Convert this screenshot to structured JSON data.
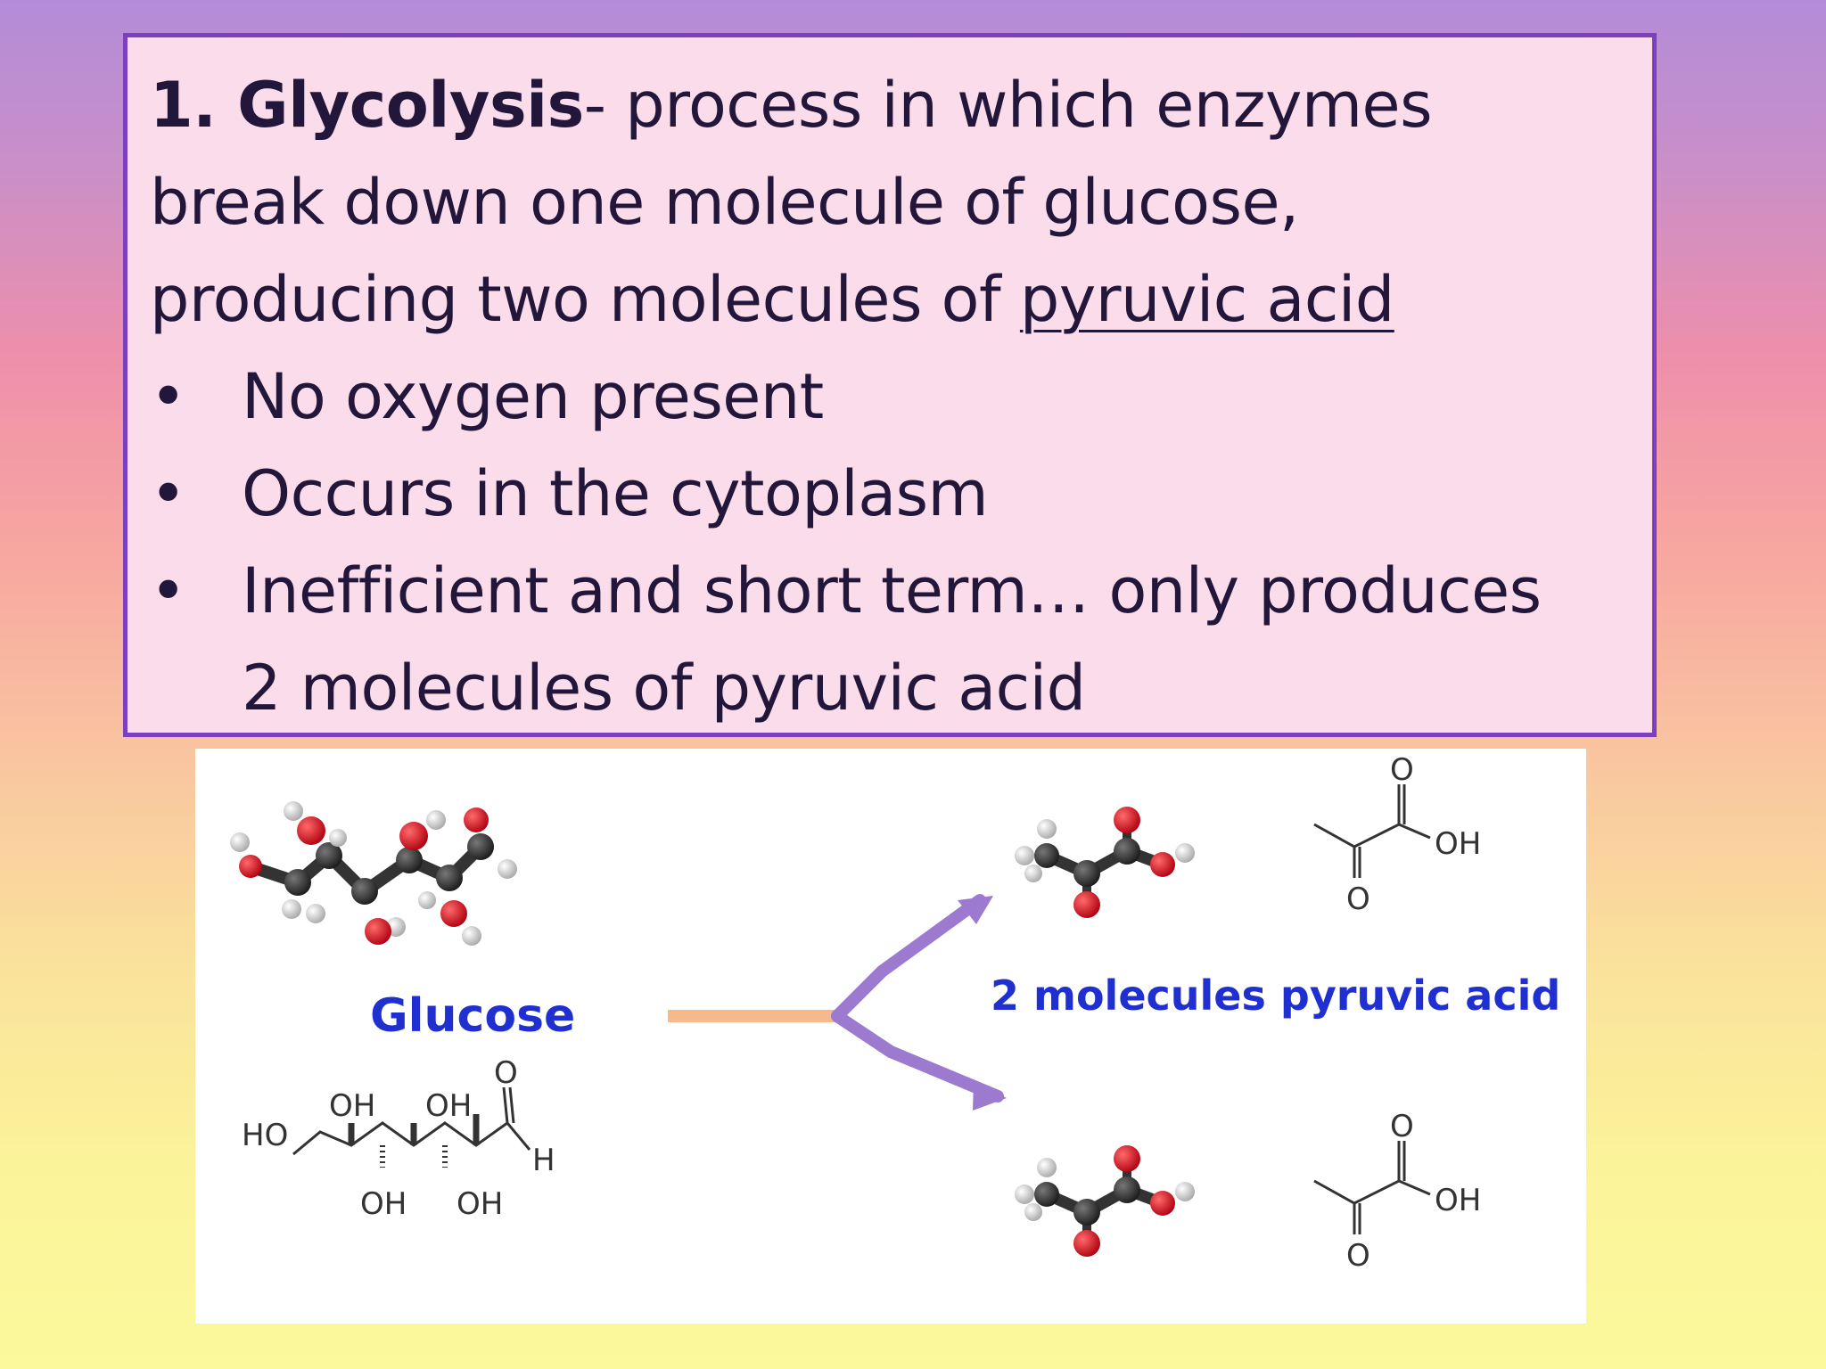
{
  "textbox": {
    "heading_number": "1. Glycolysis",
    "heading_rest": "- process in which enzymes",
    "line2": "break down one molecule of glucose,",
    "line3_prefix": "producing two molecules of ",
    "line3_underlined": "pyruvic acid",
    "bullet_symbol": "•",
    "bullets": [
      "No oxygen present",
      "Occurs in the cytoplasm",
      "Inefficient and short term… only produces",
      "2 molecules of pyruvic acid"
    ]
  },
  "figure": {
    "glucose_label": "Glucose",
    "pyruvic_label": "2 molecules pyruvic acid",
    "atoms": {
      "oh": "OH",
      "ho": "HO",
      "o": "O",
      "h": "H"
    },
    "colors": {
      "carbon": "#333333",
      "oxygen": "#d01020",
      "hydrogen": "#e8e8e8",
      "arrow_purple": "#9b7ad0",
      "arrow_orange": "#f5b98a",
      "label_blue": "#1f2fd0"
    }
  }
}
